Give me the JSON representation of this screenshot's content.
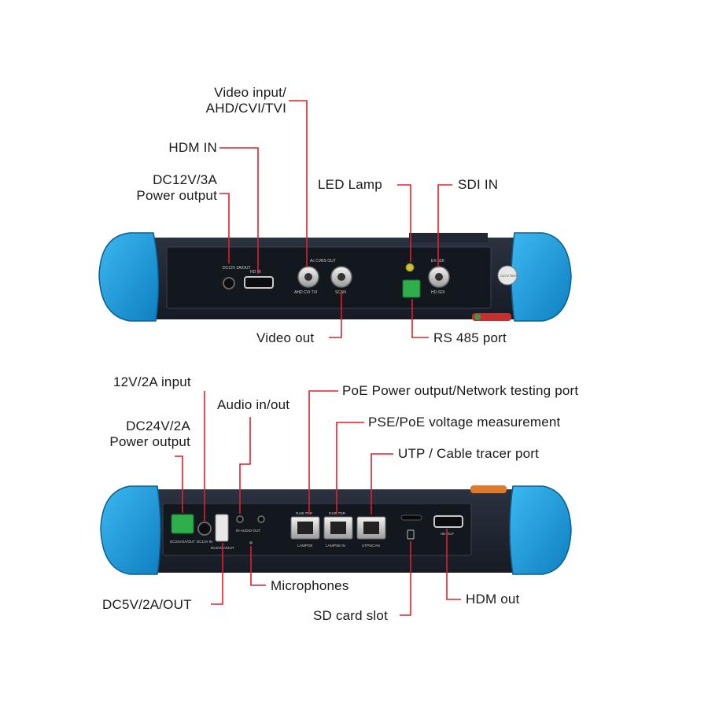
{
  "colors": {
    "leader_line": "#e0202a",
    "device_body": "#1e2430",
    "device_panel": "#14181f",
    "bumper": "#1c9bdc",
    "bumper_dark": "#0b6ea6"
  },
  "device_top": {
    "port_texts": {
      "dc_out": "DC12V 3A/OUT",
      "hd_in": "HD IN",
      "cvbs": "Ac CVBS OUT",
      "ahd": "AHD CVI TVI",
      "scan": "SCAN",
      "ex_sdi": "EX-SDI",
      "hd_sdi": "HD-SDI",
      "badge": "CCTV TEST"
    },
    "callouts": {
      "video_input": "Video input/\nAHD/CVI/TVI",
      "hdmi_in": "HDM IN",
      "dc12v": "DC12V/3A\nPower output",
      "led_lamp": "LED Lamp",
      "sdi_in": "SDI IN",
      "video_out": "Video out",
      "rs485": "RS 485 port"
    }
  },
  "device_bottom": {
    "port_texts": {
      "dc_out": "DC24V/2A/OUT",
      "dc_in": "DC12V IN",
      "usb": "DC5V/2A/OUT",
      "audio": "IN-AUDIO-OUT",
      "rj45_tdr_1": "RJ45 TDR",
      "rj45_tdr_2": "RJ45 TDR",
      "lan_poe": "LAN/POE",
      "lan_pse": "LAN/PSE IN",
      "utp": "UTP/SCAN",
      "hd_out": "HD OUT"
    },
    "callouts": {
      "input_12v": "12V/2A input",
      "dc24v": "DC24V/2A\nPower output",
      "audio": "Audio in/out",
      "poe_output": "PoE Power output/Network testing port",
      "pse_poe": "PSE/PoE voltage measurement",
      "utp": "UTP / Cable tracer port",
      "dc5v": "DC5V/2A/OUT",
      "microphones": "Microphones",
      "sd_card": "SD card slot",
      "hdmi_out": "HDM out"
    }
  }
}
